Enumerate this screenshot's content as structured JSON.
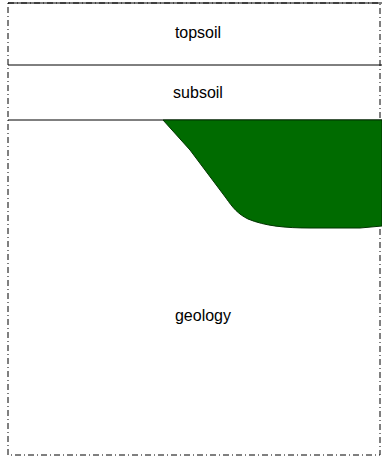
{
  "diagram": {
    "nodes": [
      {
        "text": [
          "topsoil"
        ]
      },
      {
        "text": [
          "subsoil"
        ]
      },
      {
        "text": [
          "geology"
        ]
      }
    ]
  }
}
